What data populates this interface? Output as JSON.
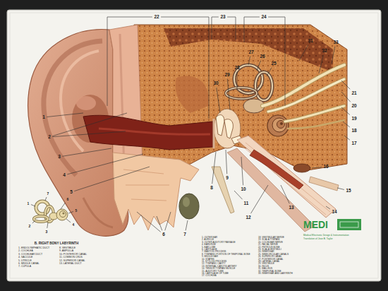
{
  "diagram": {
    "labels": [
      "1",
      "2",
      "3",
      "4",
      "5",
      "6",
      "7",
      "8",
      "9",
      "10",
      "11",
      "12",
      "13",
      "14",
      "15",
      "16",
      "17",
      "18",
      "19",
      "20",
      "21",
      "22",
      "23",
      "24",
      "25",
      "26",
      "27",
      "28",
      "29",
      "30",
      "31",
      "32",
      "33",
      "1",
      "2",
      "3",
      "4",
      "5",
      "6",
      "7",
      "B. RIGHT BONY LABYRINTH",
      "1. ENDOLYMPHATIC DUCT",
      "2. COCHLEA",
      "3. COCHLEAR DUCT",
      "4. SACCULE",
      "5. UTRICLE",
      "6. MIDDLE CANAL",
      "7. CUPULA",
      "8. VESTIBULE",
      "9. AMPULLA",
      "10. POSTERIOR CANAL",
      "11. COMMON CRUS",
      "12. SUPERIOR CANAL",
      "13. LATERAL DUCT",
      "1. OUTER EAR",
      "2. AURICLE",
      "3. OUTER AUDITORY PASSAGE",
      "4. EARDRUM",
      "5. EAR LOBE",
      "6. CARTILAGE",
      "7. MASTOID PROCESS",
      "8. TYMPANIC PORTION OF TEMPORAL BONE",
      "9. MIDDLE EAR",
      "10. STAPES",
      "11. STYLOID PROCESS",
      "12. TYMPANIC CAVITY",
      "13. INTERNAL CAROTID ARTERY",
      "14. TENSOR TYMPANI MUSCLE",
      "15. AUDITORY TUBE",
      "16. CARTILAGE OF TUBE",
      "17. COCHLEA",
      "18. VESTIBULAR NERVE",
      "19. SCALA TYMPANI",
      "20. COCHLEAR NERVE",
      "21. FACIAL NERVE",
      "22. PETROUS BONE",
      "23. SCALA VESTIBULI",
      "24. INNER EAR",
      "25. SEMICIRCULAR CANALS",
      "26. SUPERIOR CANAL",
      "27. POSTERIOR CANAL",
      "28. LATERAL CANAL",
      "29. VESTIBULE",
      "30. INCUS",
      "31. MALLEUS",
      "32. TEMPORAL BONE",
      "33. INNER EAR AND LABYRINTH",
      "MEDI",
      "Medical Electronic Design & Instrumentation",
      "Translation of Jean B. Taylor"
    ]
  }
}
